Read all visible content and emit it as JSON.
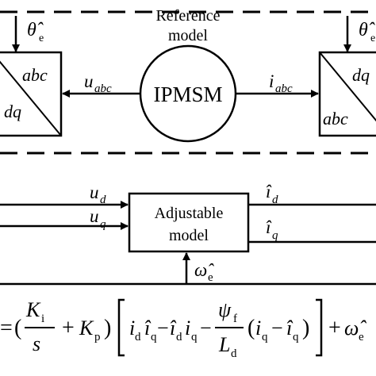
{
  "theta_hat_left": "θ̂",
  "theta_hat_left_sub": "e",
  "theta_hat_right": "θ̂",
  "theta_hat_right_sub": "e",
  "reference_model_line1": "Reference",
  "reference_model_line2": "model",
  "ipmsm": "IPMSM",
  "left_transform": {
    "top": "abc",
    "bottom": "dq"
  },
  "right_transform": {
    "top": "dq",
    "bottom": "abc"
  },
  "u_abc": {
    "main": "u",
    "sub": "abc"
  },
  "i_abc": {
    "main": "i",
    "sub": "abc"
  },
  "u_d": {
    "main": "u",
    "sub": "d"
  },
  "u_q": {
    "main": "u",
    "sub": "q"
  },
  "i_d_hat": {
    "main": "î",
    "sub": "d"
  },
  "i_q_hat": {
    "main": "î",
    "sub": "q"
  },
  "adjustable_model_line1": "Adjustable",
  "adjustable_model_line2": "model",
  "omega_hat": {
    "main": "ω̂",
    "sub": "e"
  },
  "formula": {
    "equals": "=",
    "ki": "K",
    "ki_sub": "i",
    "s": "s",
    "plus1": "+",
    "kp": "K",
    "kp_sub": "p",
    "term1": "i",
    "term1_sub": "d",
    "term2": "î",
    "term2_sub": "q",
    "minus1": "−",
    "term3": "î",
    "term3_sub": "d",
    "term4": "i",
    "term4_sub": "q",
    "minus2": "−",
    "psi": "ψ",
    "psi_sub": "f",
    "ld": "L",
    "ld_sub": "d",
    "paren_open": "(",
    "term5": "i",
    "term5_sub": "q",
    "minus3": "−",
    "term6": "î",
    "term6_sub": "q",
    "paren_close": ")",
    "plus2": "+",
    "omega": "ω̂",
    "omega_sub": "e"
  }
}
